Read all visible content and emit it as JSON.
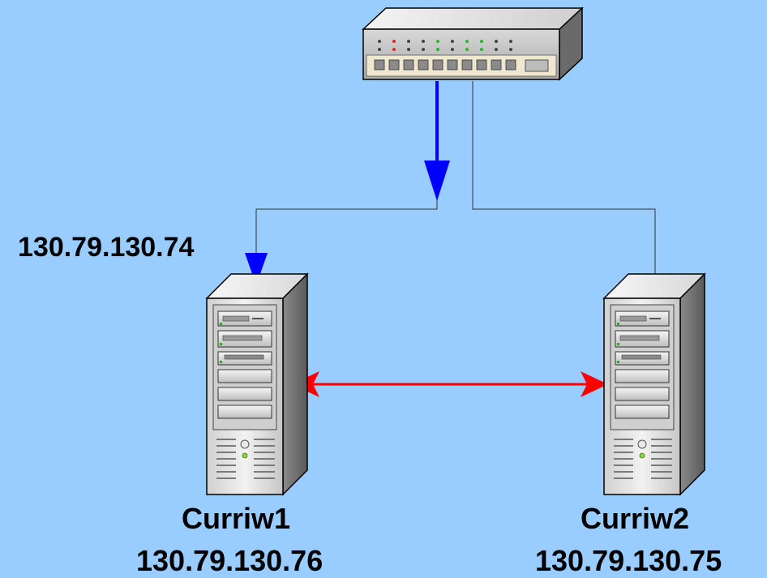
{
  "colors": {
    "background": "#99ccff",
    "active_link": "#0000ff",
    "heartbeat_link": "#ff0000",
    "cable": "#333333"
  },
  "diagram": {
    "switch": {
      "icon": "network-switch-icon"
    },
    "virtual_ip": "130.79.130.74",
    "servers": [
      {
        "name": "Curriw1",
        "ip": "130.79.130.76",
        "icon": "tower-server-icon"
      },
      {
        "name": "Curriw2",
        "ip": "130.79.130.75",
        "icon": "tower-server-icon"
      }
    ]
  }
}
